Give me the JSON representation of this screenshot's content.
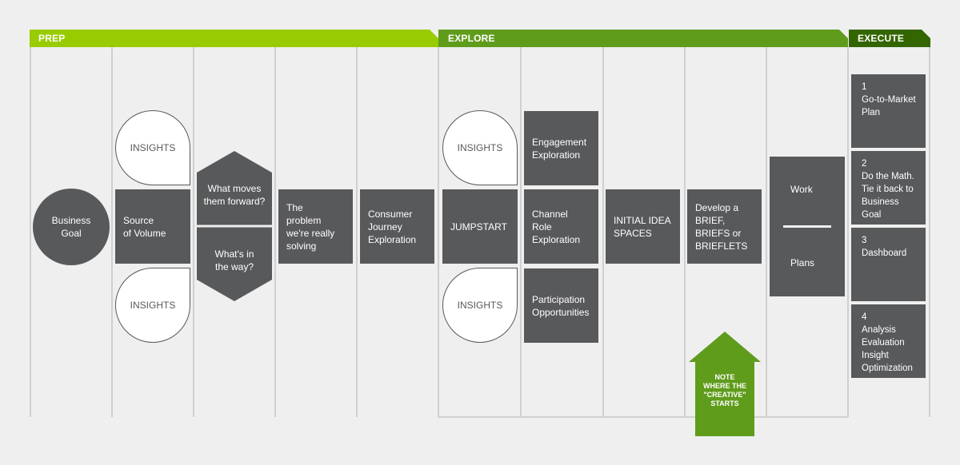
{
  "phases": {
    "prep": "PREP",
    "explore": "EXPLORE",
    "execute": "EXECUTE"
  },
  "colors": {
    "prep": "#99cc00",
    "explore": "#5f9c1c",
    "execute": "#336600",
    "box": "#58595b",
    "divider": "#d0d0d0",
    "arrow": "#5f9c1c"
  },
  "prep": {
    "business_goal": "Business\nGoal",
    "insights_top": "INSIGHTS",
    "source_of_volume": "Source\nof Volume",
    "insights_bottom": "INSIGHTS",
    "hex_top": "What moves\nthem forward?",
    "hex_bottom": "What's in\nthe way?",
    "problem": "The\nproblem\nwe're really\nsolving",
    "journey": "Consumer\nJourney\nExploration"
  },
  "explore": {
    "insights_top": "INSIGHTS",
    "jumpstart": "JUMPSTART",
    "insights_bottom": "INSIGHTS",
    "engagement": "Engagement\nExploration",
    "channel": "Channel\nRole\nExploration",
    "participation": "Participation\nOpportunities",
    "idea_spaces": "INITIAL IDEA\nSPACES",
    "brief": "Develop a\nBRIEF,\nBRIEFS or\nBRIEFLETS",
    "work": "Work",
    "plans": "Plans",
    "note": "NOTE\nWHERE THE\n\"CREATIVE\"\nSTARTS"
  },
  "execute": {
    "items": [
      {
        "num": "1",
        "label": "Go-to-Market\nPlan"
      },
      {
        "num": "2",
        "label": "Do the Math.\nTie it back to\nBusiness Goal"
      },
      {
        "num": "3",
        "label": "Dashboard"
      },
      {
        "num": "4",
        "label": "Analysis\nEvaluation\nInsight\nOptimization"
      }
    ]
  }
}
